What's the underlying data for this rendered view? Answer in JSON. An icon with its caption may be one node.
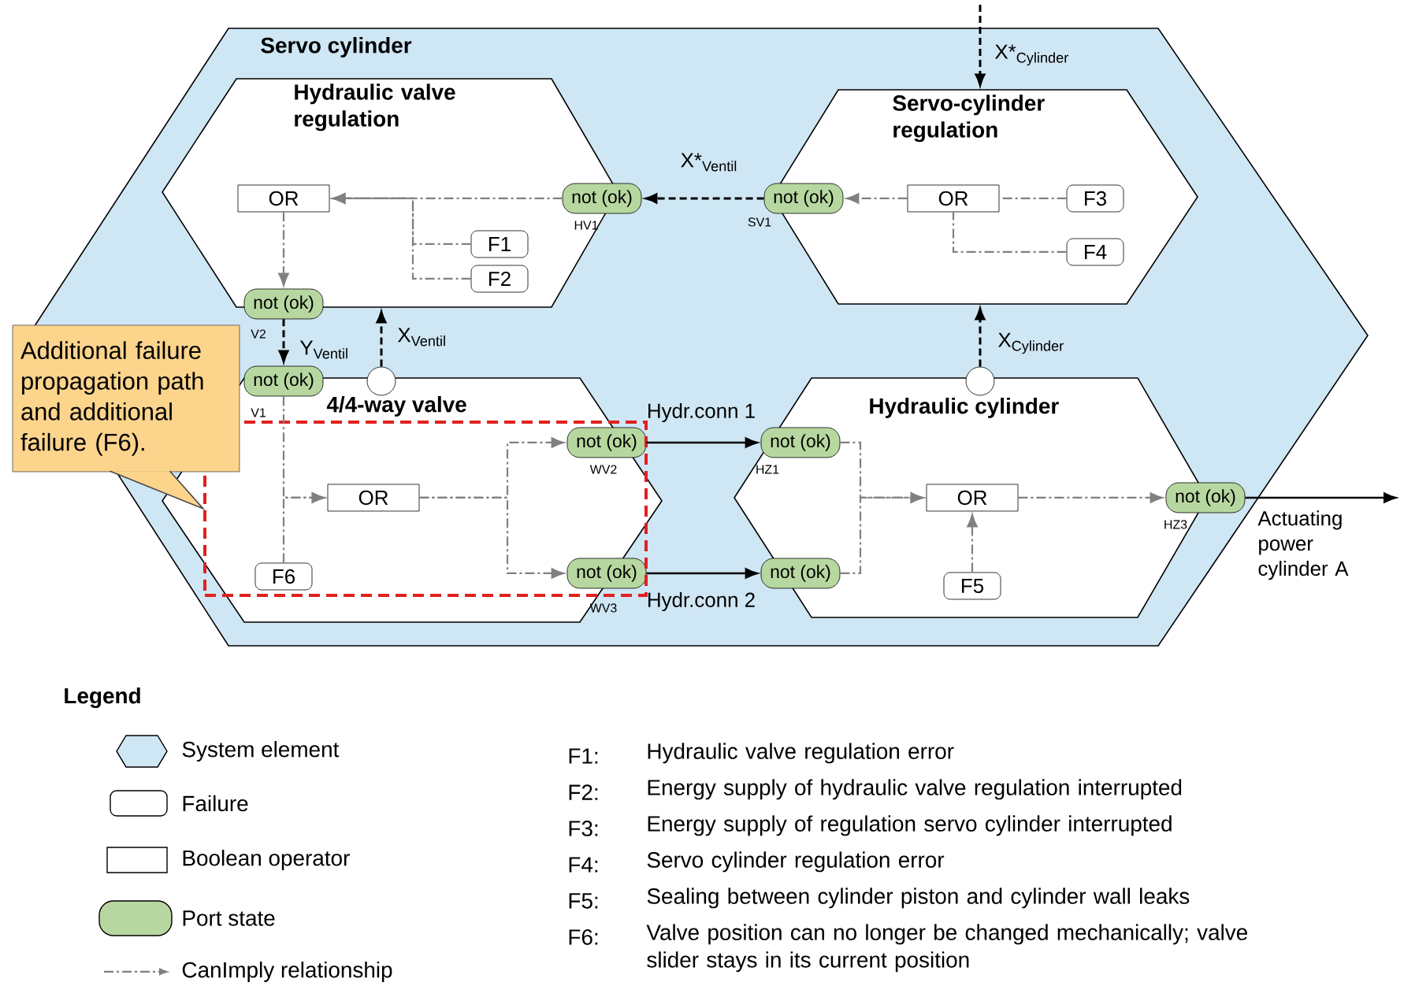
{
  "diagram": {
    "nodes": [
      {
        "text": [
          "Servo cylinder"
        ]
      },
      {
        "text": [
          "Hydraulic valve regulation"
        ],
        "in": 0
      },
      {
        "text": [
          "Servo-cylinder regulation"
        ],
        "in": 0
      },
      {
        "text": [
          "4/4-way valve"
        ],
        "in": 0
      },
      {
        "text": [
          "Hydraulic cylinder"
        ],
        "in": 0
      },
      {
        "text": [
          "OR"
        ],
        "in": 1
      },
      {
        "text": [
          "not (ok)"
        ],
        "beside": [
          "HV1"
        ],
        "in": 0
      },
      {
        "text": [
          "F1"
        ],
        "in": 1
      },
      {
        "text": [
          "F2"
        ],
        "in": 1
      },
      {
        "text": [
          "not (ok)"
        ],
        "beside": [
          "V2"
        ],
        "in": 0
      },
      {
        "text": [
          "not (ok)"
        ],
        "beside": [
          "SV1"
        ],
        "in": 0
      },
      {
        "text": [
          "OR"
        ],
        "in": 2
      },
      {
        "text": [
          "F3"
        ],
        "in": 2
      },
      {
        "text": [
          "F4"
        ],
        "in": 2
      },
      {
        "text": [
          "not (ok)"
        ],
        "beside": [
          "V1"
        ],
        "in": 0
      },
      {
        "text": [],
        "shape": "circle",
        "in": 0
      },
      {
        "text": [
          "not (ok)"
        ],
        "beside": [
          "WV2"
        ],
        "in": 26
      },
      {
        "text": [
          "OR"
        ],
        "in": 26
      },
      {
        "text": [
          "F6"
        ],
        "in": 26
      },
      {
        "text": [
          "not (ok)"
        ],
        "beside": [
          "WV3"
        ],
        "in": 26
      },
      {
        "text": [
          "not (ok)"
        ],
        "beside": [
          "HZ1"
        ],
        "in": 4
      },
      {
        "text": [],
        "shape": "circle",
        "in": 0
      },
      {
        "text": [
          "OR"
        ],
        "in": 4
      },
      {
        "text": [
          "F5"
        ],
        "in": 4
      },
      {
        "text": [
          "not (ok)"
        ],
        "beside": [
          "HZ3"
        ],
        "in": 0
      },
      {
        "text": [
          "not (ok)"
        ],
        "in": 4
      },
      {
        "text": [],
        "shape": "box",
        "in": 3
      },
      {
        "text": [
          "Additional failure propagation path and additional failure (F6)."
        ]
      }
    ],
    "edges": [
      {
        "from": null,
        "to": 2,
        "arrow": "to",
        "label": "X*$_{Cylinder}$",
        "style": "dashed",
        "color": "#000000"
      },
      {
        "from": 10,
        "to": 6,
        "arrow": "to",
        "label": "X*$_{Ventil}$",
        "style": "dashed",
        "color": "#000000"
      },
      {
        "from": 6,
        "to": 5,
        "arrow": "to",
        "style": "dashed"
      },
      {
        "from": 7,
        "to": 5,
        "arrow": "to",
        "style": "dashed"
      },
      {
        "from": 8,
        "to": 5,
        "arrow": "to",
        "style": "dashed"
      },
      {
        "from": 5,
        "to": 9,
        "arrow": "to",
        "style": "dashed"
      },
      {
        "from": 12,
        "to": 11,
        "arrow": "none",
        "style": "dashed"
      },
      {
        "from": 13,
        "to": 11,
        "arrow": "none",
        "style": "dashed"
      },
      {
        "from": 11,
        "to": 10,
        "arrow": "to",
        "style": "dashed"
      },
      {
        "from": 9,
        "to": 14,
        "arrow": "to",
        "label": "Y$_{Ventil}$",
        "style": "dashed",
        "color": "#000000"
      },
      {
        "from": 15,
        "to": 1,
        "arrow": "to",
        "label": "X$_{Ventil}$",
        "style": "dashed",
        "color": "#000000"
      },
      {
        "from": 14,
        "to": 17,
        "arrow": "to",
        "style": "dashed"
      },
      {
        "from": 18,
        "to": 17,
        "arrow": "to",
        "style": "dashed"
      },
      {
        "from": 17,
        "to": 16,
        "arrow": "to",
        "style": "dashed"
      },
      {
        "from": 17,
        "to": 19,
        "arrow": "to",
        "style": "dashed"
      },
      {
        "from": 16,
        "to": 20,
        "arrow": "to",
        "label": "Hydr.conn 1",
        "color": "#000000"
      },
      {
        "from": 19,
        "to": 25,
        "arrow": "to",
        "label": "Hydr.conn 2",
        "color": "#000000"
      },
      {
        "from": 20,
        "to": 22,
        "arrow": "to",
        "style": "dashed"
      },
      {
        "from": 25,
        "to": 22,
        "arrow": "to",
        "style": "dashed"
      },
      {
        "from": 23,
        "to": 22,
        "arrow": "to",
        "style": "dashed"
      },
      {
        "from": 22,
        "to": 24,
        "arrow": "to",
        "style": "dashed"
      },
      {
        "from": 24,
        "to": null,
        "arrow": "to",
        "label": "Actuating power cylinder A",
        "color": "#000000"
      },
      {
        "from": 21,
        "to": 2,
        "arrow": "to",
        "label": "X$_{Cylinder}$",
        "style": "dashed",
        "color": "#000000"
      },
      {
        "from": 27,
        "to": 26,
        "arrow": "none"
      }
    ],
    "labels": [
      "Legend",
      "F1:",
      "Hydraulic valve regulation error",
      "F2:",
      "Energy supply of hydraulic valve regulation interrupted",
      "F3:",
      "Energy supply of regulation servo cylinder interrupted",
      "F4:",
      "Servo cylinder regulation error",
      "F5:",
      "Sealing between cylinder piston and cylinder wall leaks",
      "F6:",
      "Valve position can no longer be changed mechanically; valve slider stays in its current position"
    ],
    "legend": [
      {
        "text": "System element"
      },
      {
        "text": "Failure"
      },
      {
        "text": "Boolean operator"
      },
      {
        "text": "Port state"
      },
      {
        "text": "CanImply relationship"
      }
    ]
  }
}
